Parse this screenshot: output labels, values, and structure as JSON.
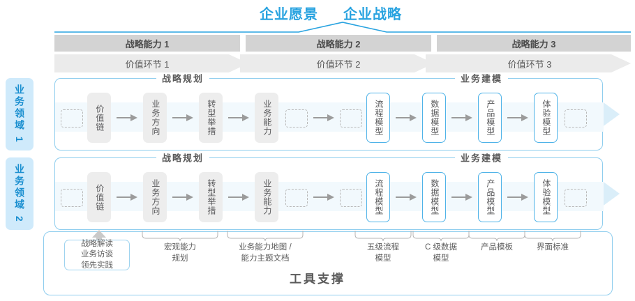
{
  "header": {
    "vision": "企业愿景",
    "strategy": "企业战略"
  },
  "capabilities": [
    {
      "label": "战略能力 1"
    },
    {
      "label": "战略能力 2"
    },
    {
      "label": "战略能力 3"
    }
  ],
  "value_chain": [
    {
      "label": "价值环节 1"
    },
    {
      "label": "价值环节 2"
    },
    {
      "label": "价值环节 3"
    }
  ],
  "domains": [
    {
      "label": "业务领域 1"
    },
    {
      "label": "业务领域 2"
    }
  ],
  "sections": {
    "planning": "战略规划",
    "modeling": "业务建模"
  },
  "nodes": {
    "planning": [
      {
        "label": "价值链",
        "style": "grey"
      },
      {
        "label": "业务方向",
        "style": "grey"
      },
      {
        "label": "转型举措",
        "style": "grey"
      },
      {
        "label": "业务能力",
        "style": "grey"
      }
    ],
    "modeling": [
      {
        "label": "流程模型",
        "style": "blue"
      },
      {
        "label": "数据模型",
        "style": "blue"
      },
      {
        "label": "产品模型",
        "style": "blue"
      },
      {
        "label": "体验模型",
        "style": "blue"
      }
    ]
  },
  "footer": {
    "input_box": "战略解读\n业务访谈\n领先实践",
    "labels": [
      {
        "text": "宏观能力\n规划"
      },
      {
        "text": "业务能力地图 /\n能力主题文档"
      },
      {
        "text": "五级流程\n模型"
      },
      {
        "text": "C 级数据\n模型"
      },
      {
        "text": "产品模板"
      },
      {
        "text": "界面标准"
      }
    ],
    "tool_support": "工具支撑"
  },
  "colors": {
    "accent_blue": "#29a3e0",
    "border_blue": "#8ecdee",
    "tab_blue": "#cfeafb",
    "band_blue": "#f2f9fd",
    "capability_grey": "#d3d3d3",
    "node_grey": "#ededed",
    "text_grey": "#5a5a5a"
  }
}
